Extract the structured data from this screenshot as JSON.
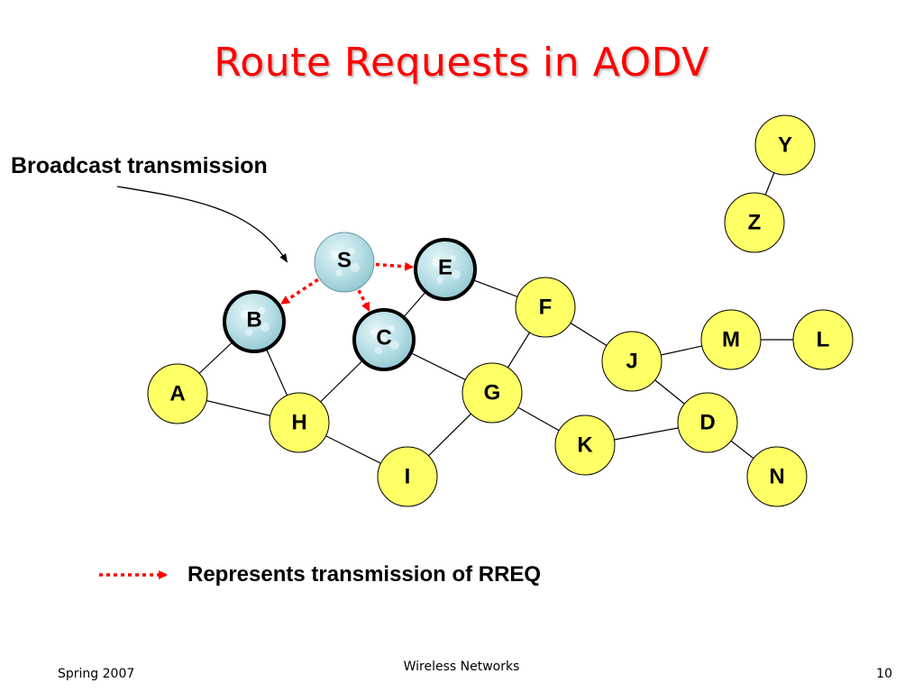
{
  "slide": {
    "title": "Route Requests in AODV",
    "callout": "Broadcast transmission",
    "legend": "Represents transmission of RREQ",
    "footer_left": "Spring 2007",
    "footer_center": "Wireless Networks",
    "footer_right": "10"
  },
  "colors": {
    "title": "#ff0000",
    "node_fill": "#ffff66",
    "received_fill": "#b8dfe6",
    "rreq_arrow": "#ff0000",
    "edge": "#000000"
  },
  "diagram": {
    "nodes": [
      {
        "id": "S",
        "label": "S",
        "state": "source"
      },
      {
        "id": "E",
        "label": "E",
        "state": "received"
      },
      {
        "id": "B",
        "label": "B",
        "state": "received"
      },
      {
        "id": "C",
        "label": "C",
        "state": "received"
      },
      {
        "id": "A",
        "label": "A",
        "state": "idle"
      },
      {
        "id": "H",
        "label": "H",
        "state": "idle"
      },
      {
        "id": "I",
        "label": "I",
        "state": "idle"
      },
      {
        "id": "G",
        "label": "G",
        "state": "idle"
      },
      {
        "id": "F",
        "label": "F",
        "state": "idle"
      },
      {
        "id": "J",
        "label": "J",
        "state": "idle"
      },
      {
        "id": "K",
        "label": "K",
        "state": "idle"
      },
      {
        "id": "M",
        "label": "M",
        "state": "idle"
      },
      {
        "id": "L",
        "label": "L",
        "state": "idle"
      },
      {
        "id": "D",
        "label": "D",
        "state": "idle"
      },
      {
        "id": "N",
        "label": "N",
        "state": "idle"
      },
      {
        "id": "Y",
        "label": "Y",
        "state": "idle"
      },
      {
        "id": "Z",
        "label": "Z",
        "state": "idle"
      }
    ],
    "edges": [
      [
        "Y",
        "Z"
      ],
      [
        "B",
        "A"
      ],
      [
        "B",
        "H"
      ],
      [
        "A",
        "H"
      ],
      [
        "H",
        "C"
      ],
      [
        "H",
        "I"
      ],
      [
        "C",
        "E"
      ],
      [
        "C",
        "G"
      ],
      [
        "E",
        "F"
      ],
      [
        "F",
        "G"
      ],
      [
        "F",
        "J"
      ],
      [
        "G",
        "I"
      ],
      [
        "G",
        "K"
      ],
      [
        "J",
        "M"
      ],
      [
        "M",
        "L"
      ],
      [
        "J",
        "D"
      ],
      [
        "K",
        "D"
      ],
      [
        "D",
        "N"
      ]
    ],
    "rreq_transmissions": [
      [
        "S",
        "E"
      ],
      [
        "S",
        "B"
      ],
      [
        "S",
        "C"
      ]
    ]
  }
}
